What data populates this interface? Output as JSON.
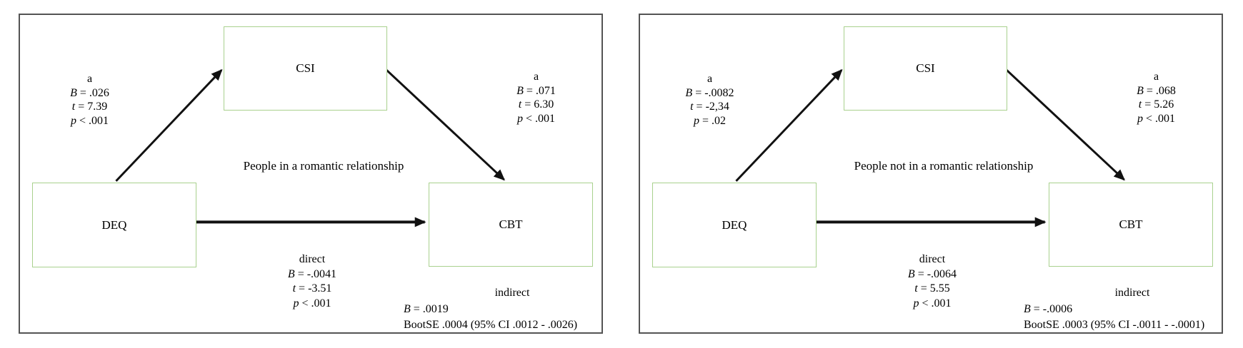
{
  "colors": {
    "box_border": "#a9d18e",
    "panel_border": "#545454",
    "arrow": "#111111",
    "text": "#000000",
    "background": "#ffffff"
  },
  "panels": [
    {
      "group_label": "People in a romantic relationship",
      "boxes": {
        "mediator": "CSI",
        "predictor": "DEQ",
        "outcome": "CBT"
      },
      "path_a_left": {
        "header": "a",
        "rows": [
          {
            "sym": "B",
            "val": " = .026"
          },
          {
            "sym": "t",
            "val": " = 7.39"
          },
          {
            "sym": "p",
            "val": " < .001"
          }
        ]
      },
      "path_a_right": {
        "header": "a",
        "rows": [
          {
            "sym": "B",
            "val": " = .071"
          },
          {
            "sym": "t",
            "val": " = 6.30"
          },
          {
            "sym": "p",
            "val": " < .001"
          }
        ]
      },
      "direct": {
        "header": "direct",
        "rows": [
          {
            "sym": "B",
            "val": " = -.0041"
          },
          {
            "sym": "t",
            "val": " = -3.51"
          },
          {
            "sym": "p",
            "val": " < .001"
          }
        ]
      },
      "indirect": {
        "header": "indirect",
        "b_sym": "B",
        "b_val": " = .0019",
        "bootse": "BootSE .0004 (95% CI .0012 - .0026)"
      }
    },
    {
      "group_label": "People not in a romantic relationship",
      "boxes": {
        "mediator": "CSI",
        "predictor": "DEQ",
        "outcome": "CBT"
      },
      "path_a_left": {
        "header": "a",
        "rows": [
          {
            "sym": "B",
            "val": " = -.0082"
          },
          {
            "sym": "t",
            "val": " = -2,34"
          },
          {
            "sym": "p",
            "val": " = .02"
          }
        ]
      },
      "path_a_right": {
        "header": "a",
        "rows": [
          {
            "sym": "B",
            "val": " = .068"
          },
          {
            "sym": "t",
            "val": " = 5.26"
          },
          {
            "sym": "p",
            "val": " < .001"
          }
        ]
      },
      "direct": {
        "header": "direct",
        "rows": [
          {
            "sym": "B",
            "val": " = -.0064"
          },
          {
            "sym": "t",
            "val": " = 5.55"
          },
          {
            "sym": "p",
            "val": " < .001"
          }
        ]
      },
      "indirect": {
        "header": "indirect",
        "b_sym": "B",
        "b_val": " = -.0006",
        "bootse": "BootSE .0003 (95% CI -.0011 - -.0001)"
      }
    }
  ]
}
